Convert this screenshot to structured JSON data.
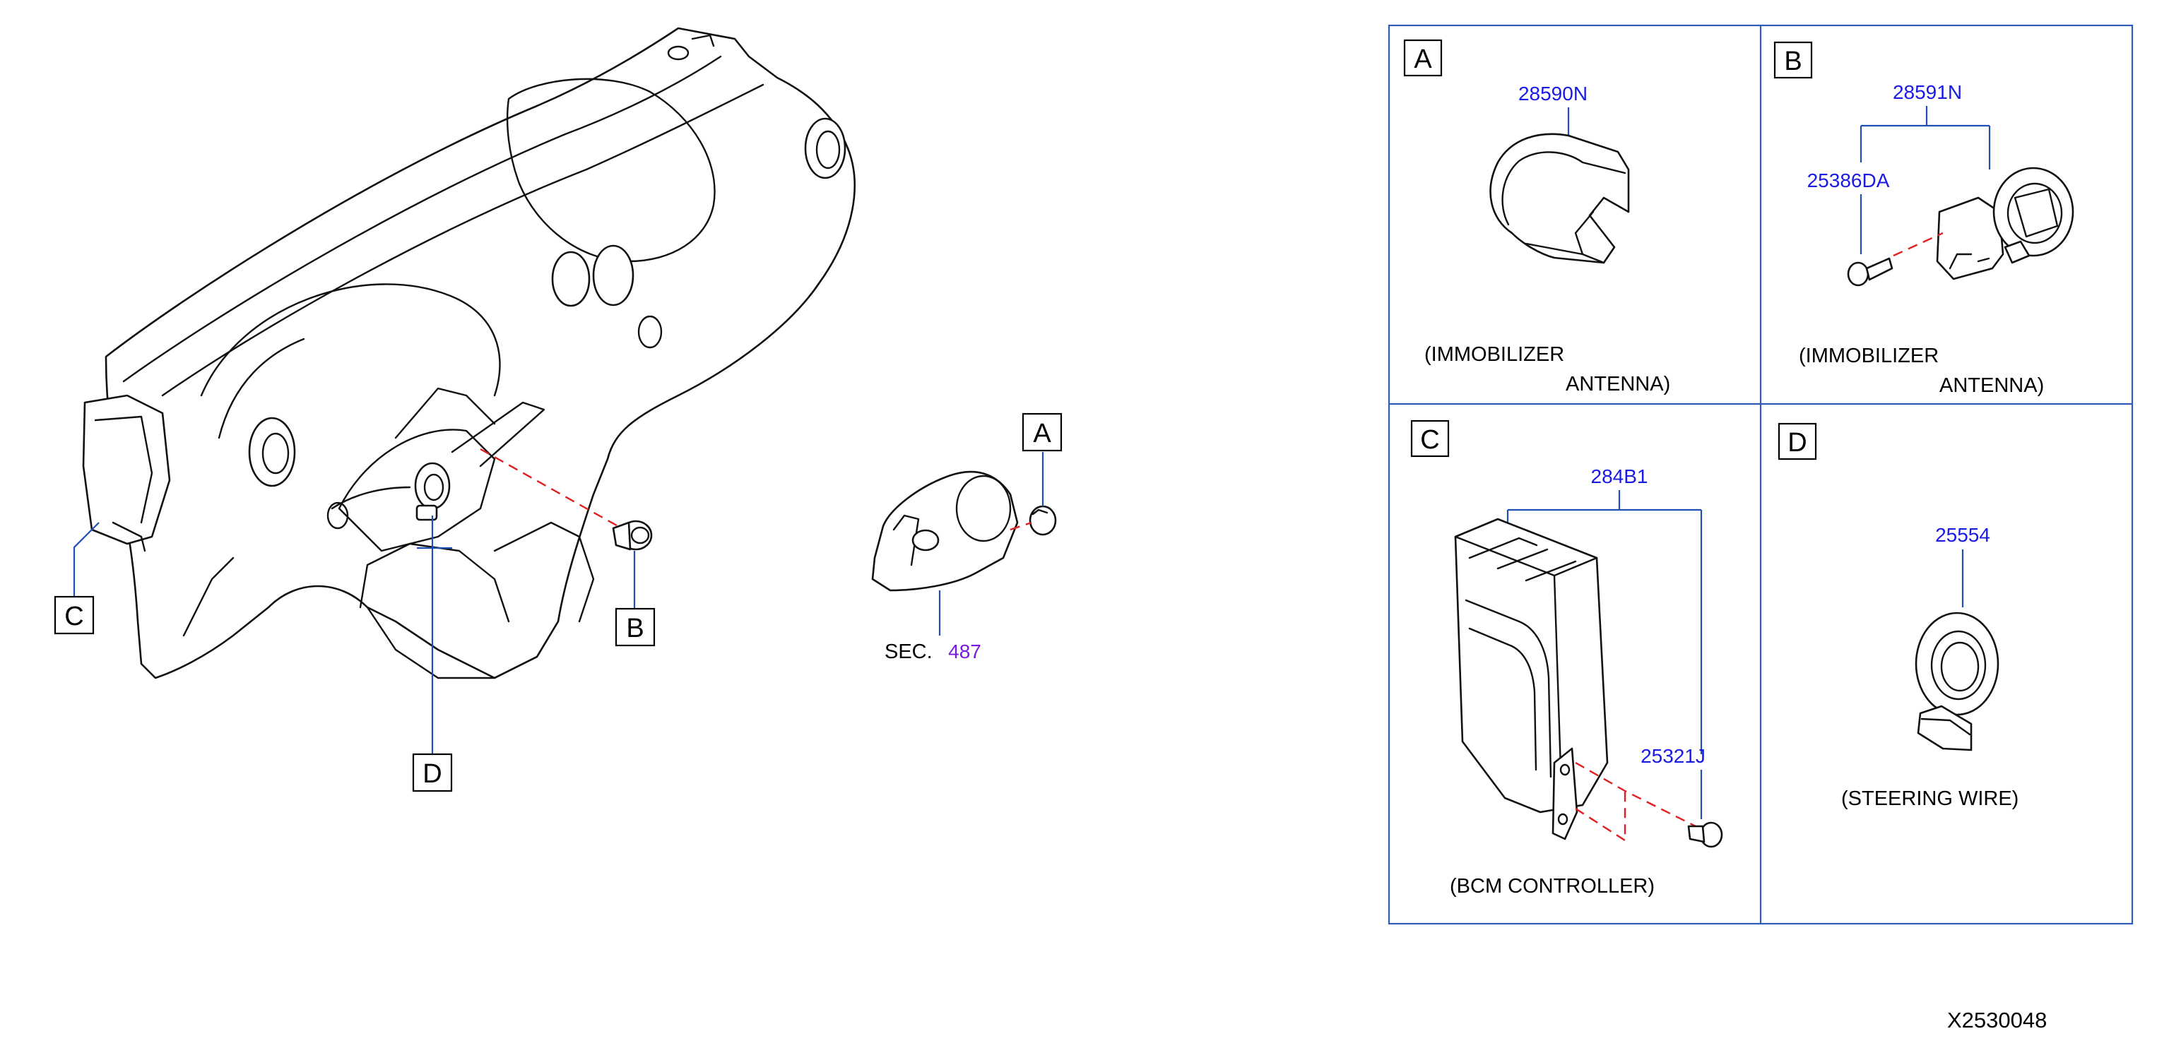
{
  "callouts": {
    "A": "A",
    "B": "B",
    "C": "C",
    "D": "D"
  },
  "section_ref": {
    "prefix": "SEC.",
    "number": "487"
  },
  "panels": {
    "A": {
      "letter": "A",
      "part_number": "28590N",
      "caption_line1": "(IMMOBILIZER",
      "caption_line2": "ANTENNA)"
    },
    "B": {
      "letter": "B",
      "part_number": "28591N",
      "sub_part_number": "25386DA",
      "caption_line1": "(IMMOBILIZER",
      "caption_line2": "ANTENNA)"
    },
    "C": {
      "letter": "C",
      "part_number": "284B1",
      "sub_part_number": "25321J",
      "caption": "(BCM   CONTROLLER)"
    },
    "D": {
      "letter": "D",
      "part_number": "25554",
      "caption": "(STEERING   WIRE)"
    }
  },
  "diagram_id": "X2530048",
  "colors": {
    "part_number": "#1a1ae6",
    "section_ref": "#7a18e0",
    "leader_line": "#1f4fb0",
    "exploded_dash": "#e02020",
    "panel_frame": "#2e5cb8"
  }
}
